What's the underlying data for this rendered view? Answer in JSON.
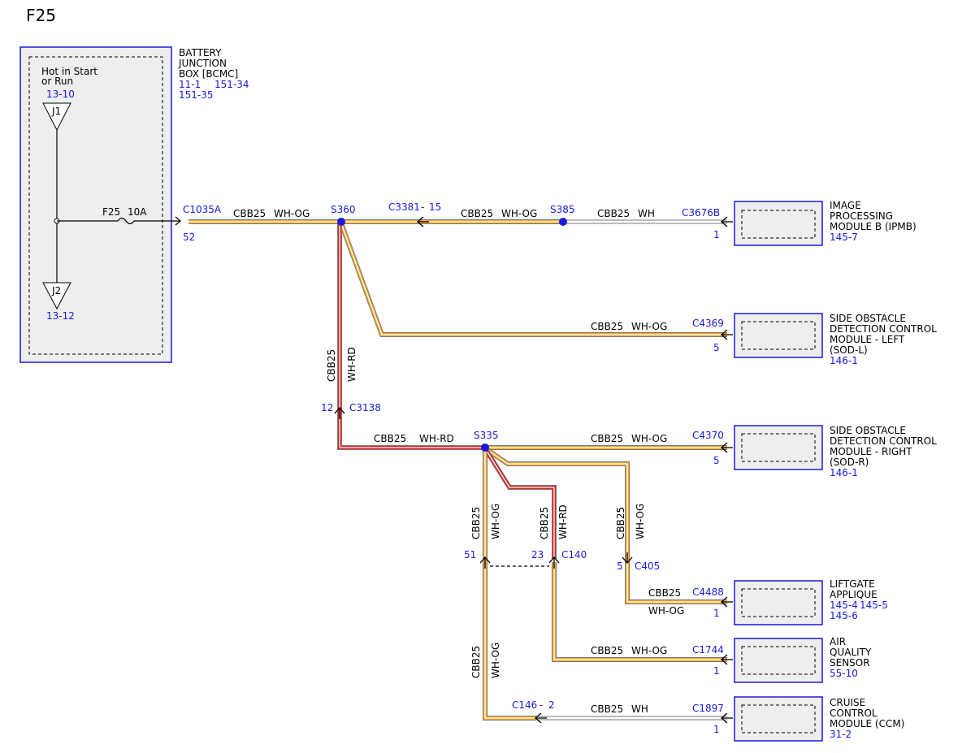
{
  "title": "F25",
  "colors": {
    "blue": "#1a1adc",
    "white": "#ffffff",
    "orange": "#f5a623",
    "red": "#e02020",
    "wire_outline": "#777777",
    "module_fill": "#eeeeee"
  },
  "bjb": {
    "name": [
      "BATTERY",
      "JUNCTION",
      "BOX [BCMC]"
    ],
    "refs": [
      "11-1",
      "151-34",
      "151-35"
    ],
    "hot_label": [
      "Hot in Start",
      "or Run"
    ],
    "j1": {
      "name": "J1",
      "ref": "13-10"
    },
    "j2": {
      "name": "J2",
      "ref": "13-12"
    },
    "fuse": {
      "name": "F25",
      "rating": "10A"
    }
  },
  "connectors": {
    "c1035a": {
      "name": "C1035A",
      "pin": "52"
    },
    "c3381": {
      "name": "C3381",
      "sep": "-",
      "pin": "15"
    },
    "c3676b": {
      "name": "C3676B",
      "pin": "1"
    },
    "c4369": {
      "name": "C4369",
      "pin": "5"
    },
    "c3138": {
      "name": "C3138",
      "pin": "12"
    },
    "c4370": {
      "name": "C4370",
      "pin": "5"
    },
    "c140": {
      "name": "C140",
      "pin_a": "51",
      "pin_b": "23"
    },
    "c405": {
      "name": "C405",
      "pin": "5"
    },
    "c4488": {
      "name": "C4488",
      "pin": "1"
    },
    "c1744": {
      "name": "C1744",
      "pin": "1"
    },
    "c146": {
      "name": "C146",
      "sep": "-",
      "pin": "2"
    },
    "c1897": {
      "name": "C1897",
      "pin": "1"
    }
  },
  "splices": {
    "s360": "S360",
    "s385": "S385",
    "s335": "S335"
  },
  "wires": {
    "circuit": "CBB25",
    "wh_og": "WH-OG",
    "wh": "WH",
    "wh_rd": "WH-RD"
  },
  "modules": {
    "ipmb": {
      "name": [
        "IMAGE",
        "PROCESSING",
        "MODULE B (IPMB)"
      ],
      "refs": [
        "145-7"
      ]
    },
    "sodl": {
      "name": [
        "SIDE OBSTACLE",
        "DETECTION CONTROL",
        "MODULE - LEFT",
        "(SOD-L)"
      ],
      "refs": [
        "146-1"
      ]
    },
    "sodr": {
      "name": [
        "SIDE OBSTACLE",
        "DETECTION CONTROL",
        "MODULE - RIGHT",
        "(SOD-R)"
      ],
      "refs": [
        "146-1"
      ]
    },
    "liftgate": {
      "name": [
        "LIFTGATE",
        "APPLIQUE"
      ],
      "refs": [
        "145-4",
        "145-5",
        "145-6"
      ]
    },
    "aqs": {
      "name": [
        "AIR",
        "QUALITY",
        "SENSOR"
      ],
      "refs": [
        "55-10"
      ]
    },
    "ccm": {
      "name": [
        "CRUISE",
        "CONTROL",
        "MODULE (CCM)"
      ],
      "refs": [
        "31-2"
      ]
    }
  }
}
